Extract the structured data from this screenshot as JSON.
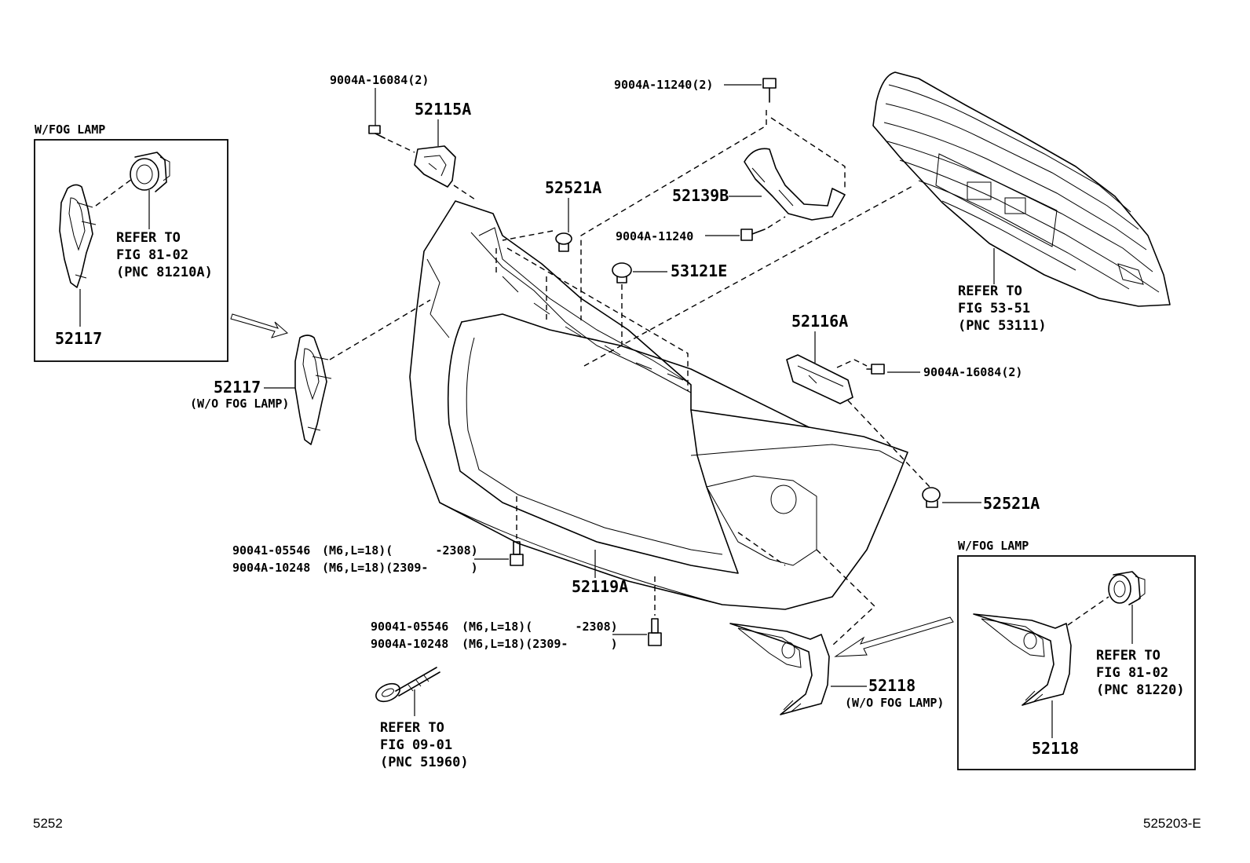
{
  "boxes": {
    "left_title": "W/FOG LAMP",
    "right_title": "W/FOG LAMP"
  },
  "labels": {
    "bolt_52115a": "9004A-16084(2)",
    "bracket_52115a": "52115A",
    "clip_52521a_top": "52521A",
    "bolt_52139b_top": "9004A-11240(2)",
    "bracket_52139b": "52139B",
    "bolt_52139b": "9004A-11240",
    "clip_53121e": "53121E",
    "bracket_52116a": "52116A",
    "bolt_52116a": "9004A-16084(2)",
    "clip_52521a_right": "52521A",
    "cover_52117_box": "52117",
    "cover_52117_main": "52117",
    "cover_52117_note": "(W/O FOG LAMP)",
    "cover_52118_main": "52118",
    "cover_52118_note": "(W/O FOG LAMP)",
    "cover_52118_box": "52118",
    "bumper_52119a": "52119A"
  },
  "references": {
    "fog_left": [
      "REFER TO",
      "FIG 81-02",
      "(PNC 81210A)"
    ],
    "grille": [
      "REFER TO",
      "FIG 53-51",
      "(PNC 53111)"
    ],
    "fog_right": [
      "REFER TO",
      "FIG 81-02",
      "(PNC 81220)"
    ],
    "tow_hook": [
      "REFER TO",
      "FIG 09-01",
      "(PNC 51960)"
    ]
  },
  "bolt_table_1": {
    "rows": [
      {
        "part": "90041-05546",
        "spec": "(M6,L=18)(      -2308)"
      },
      {
        "part": "9004A-10248",
        "spec": "(M6,L=18)(2309-      )"
      }
    ]
  },
  "bolt_table_2": {
    "rows": [
      {
        "part": "90041-05546",
        "spec": "(M6,L=18)(      -2308)"
      },
      {
        "part": "9004A-10248",
        "spec": "(M6,L=18)(2309-      )"
      }
    ]
  },
  "footer": {
    "left_code": "5252",
    "right_code": "525203-E"
  }
}
